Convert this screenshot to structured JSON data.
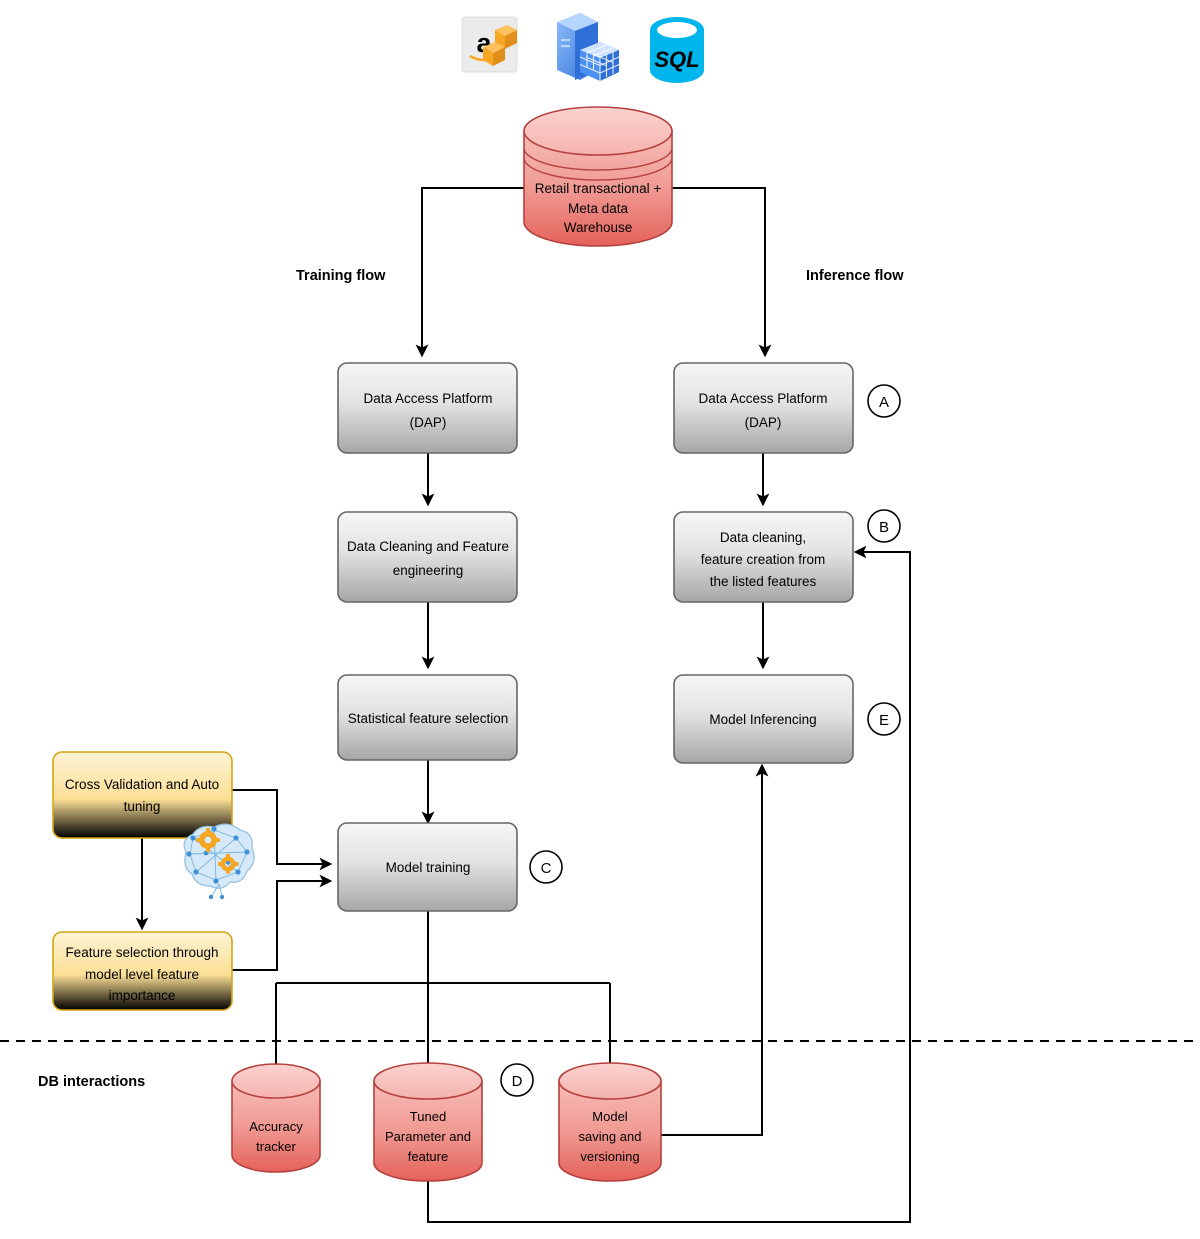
{
  "diagram": {
    "title": "Retail ML training and inference pipeline",
    "source_icons": [
      {
        "name": "aws-s3-icon",
        "label": "AWS S3"
      },
      {
        "name": "olap-cube-server-icon",
        "label": "Server / OLAP cube"
      },
      {
        "name": "sql-database-icon",
        "label": "SQL"
      }
    ],
    "warehouse": {
      "name": "data-warehouse-cylinder",
      "lines": [
        "Retail transactional +",
        "Meta data",
        "Warehouse"
      ]
    },
    "flow_labels": {
      "training": "Training flow",
      "inference": "Inference flow",
      "db": "DB interactions"
    },
    "training_nodes": [
      {
        "name": "dap-training",
        "lines": [
          "Data Access Platform",
          "(DAP)"
        ]
      },
      {
        "name": "data-cleaning-feature-engineering",
        "lines": [
          "Data Cleaning and Feature",
          "engineering"
        ]
      },
      {
        "name": "statistical-feature-selection",
        "lines": [
          "Statistical feature selection"
        ]
      },
      {
        "name": "model-training",
        "lines": [
          "Model training"
        ]
      }
    ],
    "inference_nodes": [
      {
        "name": "dap-inference",
        "lines": [
          "Data Access Platform",
          "(DAP)"
        ]
      },
      {
        "name": "data-cleaning-inference",
        "lines": [
          "Data cleaning,",
          "feature creation from",
          "the listed features"
        ]
      },
      {
        "name": "model-inferencing",
        "lines": [
          "Model Inferencing"
        ]
      }
    ],
    "tuning_nodes": [
      {
        "name": "cross-validation-auto-tuning",
        "lines": [
          "Cross Validation and Auto",
          "tuning"
        ]
      },
      {
        "name": "feature-selection-model-importance",
        "lines": [
          "Feature selection through",
          "model level feature",
          "importance"
        ]
      }
    ],
    "db_nodes": [
      {
        "name": "accuracy-tracker-cylinder",
        "lines": [
          "Accuracy",
          "tracker"
        ]
      },
      {
        "name": "tuned-parameter-feature-cylinder",
        "lines": [
          "Tuned",
          "Parameter and",
          "feature"
        ]
      },
      {
        "name": "model-saving-versioning-cylinder",
        "lines": [
          "Model",
          "saving and",
          "versioning"
        ]
      }
    ],
    "badges": [
      {
        "name": "badge-a",
        "label": "A"
      },
      {
        "name": "badge-b",
        "label": "B"
      },
      {
        "name": "badge-c",
        "label": "C"
      },
      {
        "name": "badge-d",
        "label": "D"
      },
      {
        "name": "badge-e",
        "label": "E"
      }
    ],
    "ml-icon": {
      "name": "neural-network-gears-icon",
      "label": "Machine learning brain"
    },
    "colors": {
      "process_fill_top": "#f4f4f4",
      "process_fill_bottom": "#a8a8a8",
      "process_stroke": "#666666",
      "yellow_fill_top": "#fdf0c8",
      "yellow_fill_bottom": "#f6c košice",
      "yellow_stroke": "#d6a419",
      "cylinder_fill_top": "#f6b8b4",
      "cylinder_fill_bottom": "#e06b63",
      "cylinder_stroke": "#b5413f",
      "edge": "#000000",
      "sql_blue": "#00b4ec",
      "aws_orange": "#f7a823",
      "server_blue": "#3f87f5"
    }
  }
}
